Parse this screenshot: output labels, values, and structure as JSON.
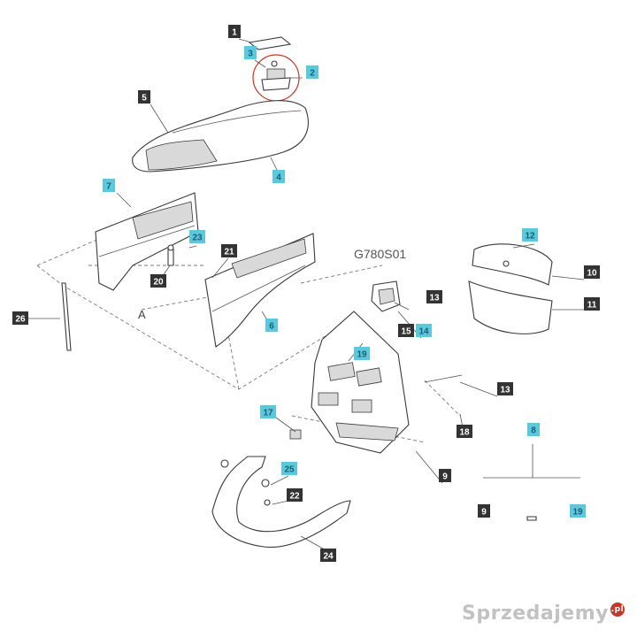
{
  "diagram": {
    "code": "G780S01",
    "view_marker": "A",
    "callout_colors": {
      "dark": "#333333",
      "light": "#5bc8dc",
      "dark_text": "#ffffff",
      "light_text": "#1b5f74"
    },
    "callouts": [
      {
        "num": "1",
        "style": "dark"
      },
      {
        "num": "2",
        "style": "light"
      },
      {
        "num": "3",
        "style": "light"
      },
      {
        "num": "4",
        "style": "light"
      },
      {
        "num": "5",
        "style": "dark"
      },
      {
        "num": "6",
        "style": "light"
      },
      {
        "num": "7",
        "style": "light"
      },
      {
        "num": "8",
        "style": "light"
      },
      {
        "num": "9",
        "style": "dark"
      },
      {
        "num": "9",
        "style": "dark"
      },
      {
        "num": "10",
        "style": "dark"
      },
      {
        "num": "11",
        "style": "dark"
      },
      {
        "num": "12",
        "style": "light"
      },
      {
        "num": "13",
        "style": "dark"
      },
      {
        "num": "13",
        "style": "dark"
      },
      {
        "num": "14",
        "style": "light"
      },
      {
        "num": "15",
        "style": "dark"
      },
      {
        "num": "17",
        "style": "light"
      },
      {
        "num": "18",
        "style": "dark"
      },
      {
        "num": "19",
        "style": "light"
      },
      {
        "num": "19",
        "style": "light"
      },
      {
        "num": "20",
        "style": "dark"
      },
      {
        "num": "21",
        "style": "dark"
      },
      {
        "num": "22",
        "style": "dark"
      },
      {
        "num": "23",
        "style": "light"
      },
      {
        "num": "24",
        "style": "dark"
      },
      {
        "num": "25",
        "style": "light"
      },
      {
        "num": "26",
        "style": "dark"
      }
    ]
  },
  "watermark": {
    "text": "Sprzedajemy",
    "suffix": ".pl"
  }
}
